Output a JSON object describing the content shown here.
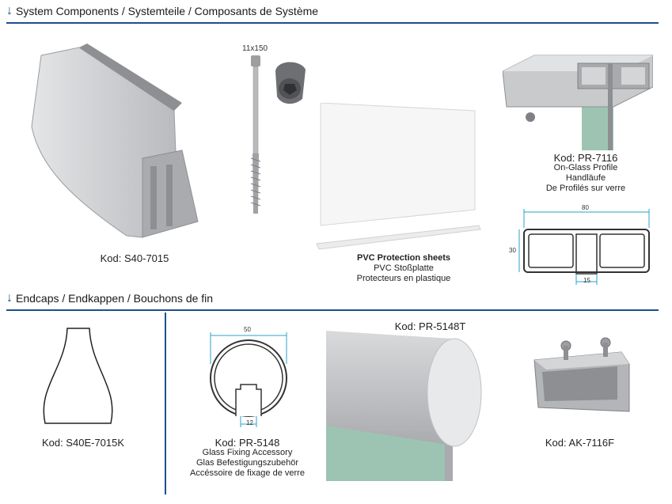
{
  "sections": {
    "system": {
      "arrow_glyph": "↓",
      "title_bold": "System Components",
      "title_rest": " / Systemteile / Composants de Système"
    },
    "endcaps": {
      "arrow_glyph": "↓",
      "title_bold": "Endcaps",
      "title_rest": " / Endkappen / Bouchons de fin"
    }
  },
  "products": {
    "s40": {
      "code": "Kod: S40-7015"
    },
    "bolt": {
      "size": "11x150"
    },
    "pvc": {
      "line1": "PVC Protection sheets",
      "line2": "PVC Stoßplatte",
      "line3": "Protecteurs en plastique"
    },
    "pr7116": {
      "code": "Kod: PR-7116",
      "line1": "On-Glass Profile",
      "line2": "Handläufe",
      "line3": "De Profilés sur verre",
      "dim_width": "80",
      "dim_height": "30",
      "dim_gap": "15"
    },
    "s40e": {
      "code": "Kod: S40E-7015K"
    },
    "pr5148": {
      "code": "Kod: PR-5148",
      "line1": "Glass Fixing Accessory",
      "line2": "Glas Befestigungszubehör",
      "line3": "Accéssoire de fixage de verre",
      "dim_diameter": "50",
      "dim_slot": "12"
    },
    "pr5148t": {
      "code": "Kod: PR-5148T"
    },
    "ak7116f": {
      "code": "Kod: AK-7116F"
    }
  },
  "colors": {
    "accent": "#1d4f91",
    "dimension": "#2aa3c8",
    "aluminium": "#c9cacc",
    "glass": "#9dc4b2"
  }
}
